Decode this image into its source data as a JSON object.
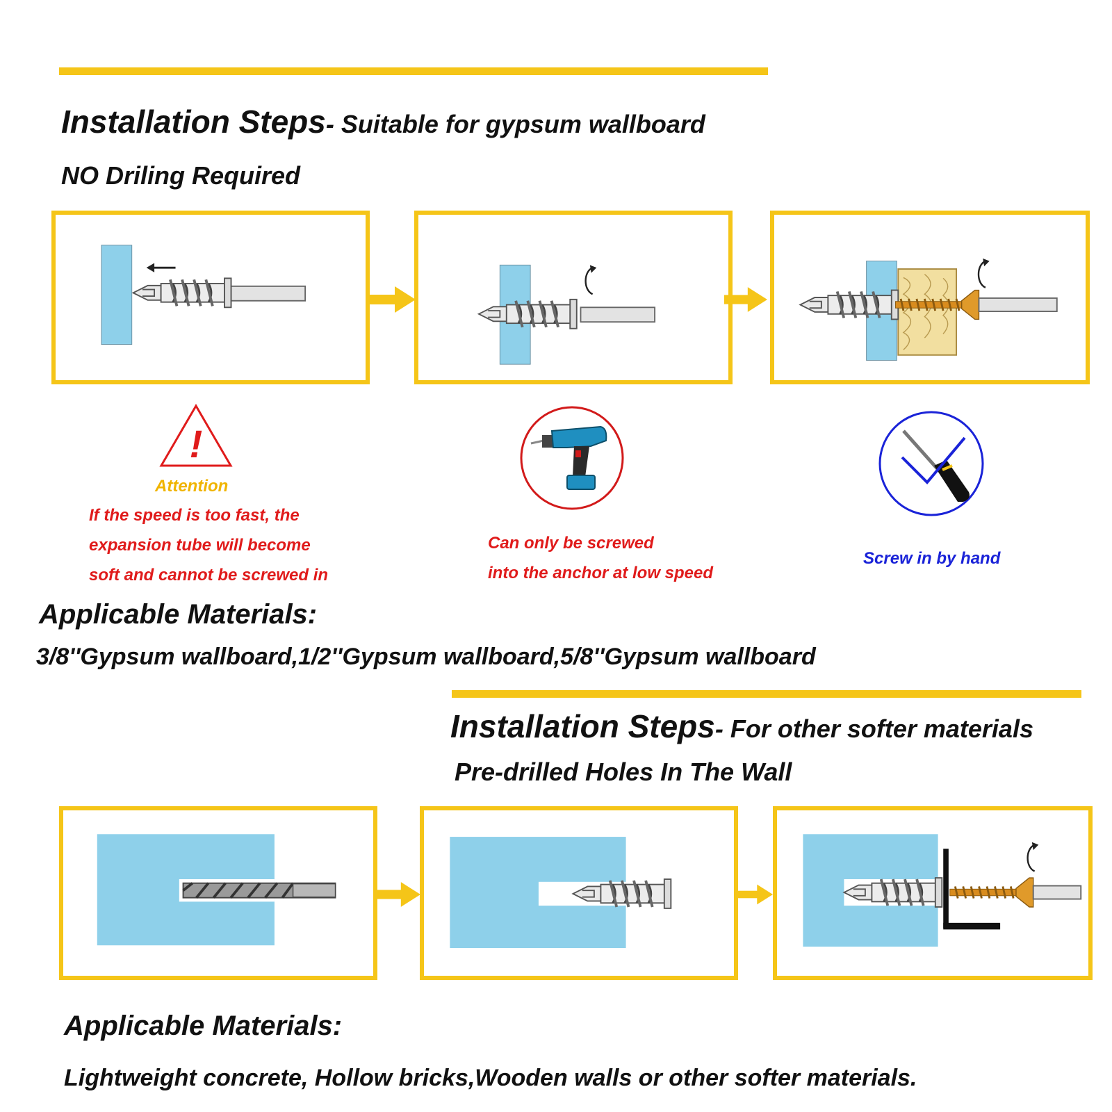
{
  "section1": {
    "title": "Installation Steps",
    "subtitle": "- Suitable for gypsum wallboard",
    "note": "NO Driling Required"
  },
  "tips": {
    "attention_label": "Attention",
    "attention_lines": [
      "If the speed is too fast, the",
      "expansion tube will become",
      "soft and cannot be screwed in"
    ],
    "drill_lines": [
      "Can only be screwed",
      "into the anchor at low speed"
    ],
    "hand_line": "Screw in by hand"
  },
  "materials1": {
    "title": "Applicable Materials:",
    "text": "3/8''Gypsum wallboard,1/2''Gypsum wallboard,5/8''Gypsum wallboard"
  },
  "section2": {
    "title": "Installation Steps",
    "subtitle": "- For other softer materials",
    "note": "Pre-drilled Holes In The Wall"
  },
  "materials2": {
    "title": "Applicable Materials:",
    "text": "Lightweight concrete, Hollow bricks,Wooden walls or other softer materials."
  },
  "icons": {
    "step_arrow": "right-arrow-icon",
    "warning": "warning-triangle-icon",
    "drill": "cordless-drill-icon",
    "screwdriver": "screwdriver-check-icon",
    "rotate": "rotate-icon"
  },
  "colors": {
    "accent": "#f5c518",
    "wall": "#8ed0ea",
    "screw": "#d98c1e",
    "warning_red": "#e01b1b",
    "hand_blue": "#1a23d8",
    "attention_yellow": "#f0b400"
  }
}
